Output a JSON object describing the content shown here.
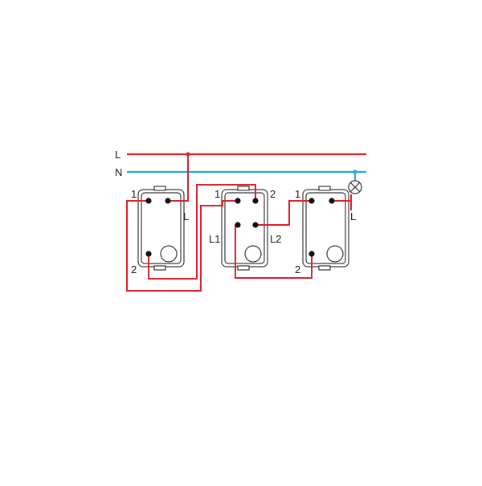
{
  "bus": {
    "line_label": "L",
    "neutral_label": "N"
  },
  "switch_left": {
    "terminal_1": "1",
    "terminal_2": "2",
    "terminal_L": "L"
  },
  "switch_middle": {
    "terminal_1": "1",
    "terminal_2": "2",
    "terminal_L1": "L1",
    "terminal_L2": "L2"
  },
  "switch_right": {
    "terminal_1": "1",
    "terminal_2": "2",
    "terminal_L": "L"
  },
  "colors": {
    "live_wire": "#e0202c",
    "neutral_wire": "#2aa9e0",
    "outline": "#3a3a3a",
    "terminal": "#111111"
  },
  "icons": [
    "lamp-icon"
  ]
}
